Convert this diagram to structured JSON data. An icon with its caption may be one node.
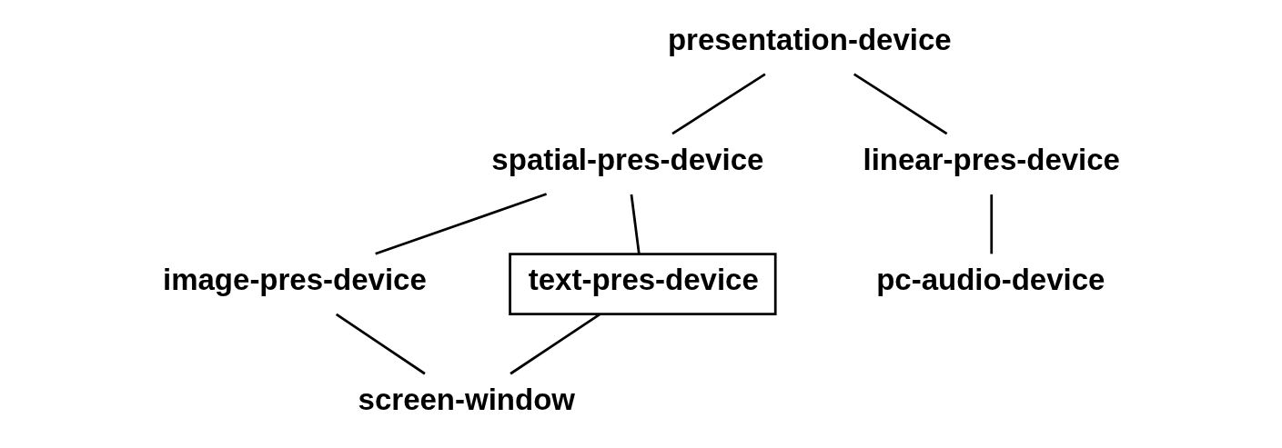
{
  "diagram": {
    "nodes": [
      {
        "text": [
          "presentation-device"
        ]
      },
      {
        "text": [
          "spatial-pres-device"
        ]
      },
      {
        "text": [
          "linear-pres-device"
        ]
      },
      {
        "text": [
          "image-pres-device"
        ]
      },
      {
        "text": [
          "text-pres-device"
        ]
      },
      {
        "text": [
          "pc-audio-device"
        ]
      },
      {
        "text": [
          "screen-window"
        ]
      }
    ],
    "edges": [
      {
        "from": 0,
        "to": 1,
        "arrow": "none"
      },
      {
        "from": 0,
        "to": 2,
        "arrow": "none"
      },
      {
        "from": 1,
        "to": 3,
        "arrow": "none"
      },
      {
        "from": 1,
        "to": 4,
        "arrow": "none"
      },
      {
        "from": 2,
        "to": 5,
        "arrow": "none"
      },
      {
        "from": 3,
        "to": 6,
        "arrow": "none"
      },
      {
        "from": 4,
        "to": 6,
        "arrow": "none"
      }
    ]
  }
}
